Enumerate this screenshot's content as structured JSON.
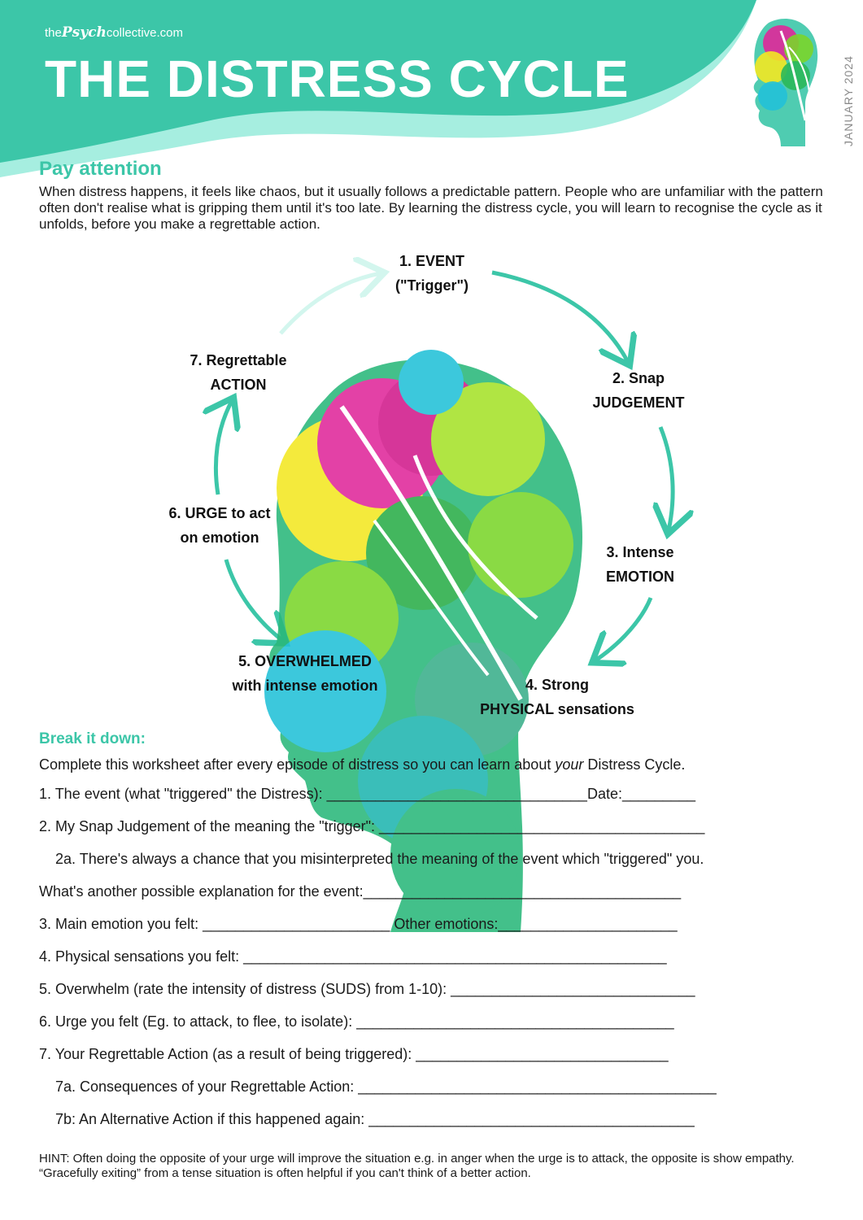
{
  "brand": {
    "prefix": "the",
    "psych": "Psych",
    "suffix": "collective.com"
  },
  "title": "THE DISTRESS CYCLE",
  "date": "JANUARY 2024",
  "intro": {
    "heading": "Pay attention",
    "text": "When distress happens, it feels like chaos, but it usually follows a predictable pattern. People who are unfamiliar with the pattern often don't realise what is gripping them until it's too late. By learning the distress cycle, you will learn to recognise the cycle as it unfolds, before you make a regrettable action."
  },
  "cycle": {
    "step1": {
      "line1": "1. EVENT",
      "line2": "(\"Trigger\")"
    },
    "step2": {
      "line1": "2. Snap",
      "line2": "JUDGEMENT"
    },
    "step3": {
      "line1": "3. Intense",
      "line2": "EMOTION"
    },
    "step4": {
      "line1": "4. Strong",
      "line2": "PHYSICAL  sensations"
    },
    "step5": {
      "line1": "5. OVERWHELMED",
      "line2": "with intense emotion"
    },
    "step6": {
      "line1": "6. URGE to act",
      "line2": "on emotion"
    },
    "step7": {
      "line1": "7. Regrettable",
      "line2": "ACTION"
    }
  },
  "worksheet": {
    "heading": "Break it down:",
    "instructions_pre": "Complete this worksheet after every episode of distress so you can learn about ",
    "instructions_em": "your",
    "instructions_post": " Distress Cycle.",
    "q1": "1. The event (what \"triggered\" the Distress): ________________________________Date:_________",
    "q2": "2. My Snap Judgement of the meaning the \"trigger\": ________________________________________",
    "q2a": "2a. There's always a chance that you misinterpreted the meaning of the event which \"triggered\" you.",
    "q2b": "What's another possible explanation for the event:_______________________________________",
    "q3": "3. Main emotion you felt: _______________________   Other emotions:______________________",
    "q4": "4. Physical sensations you felt: ____________________________________________________",
    "q5": "5. Overwhelm (rate the intensity of distress (SUDS) from 1-10): ______________________________",
    "q6": "6. Urge you felt (Eg. to attack, to flee, to isolate): _______________________________________",
    "q7": "7. Your Regrettable Action (as a result of being triggered): _______________________________",
    "q7a": "7a. Consequences of your Regrettable Action: ____________________________________________",
    "q7b": "7b: An Alternative Action if this happened again: ________________________________________"
  },
  "hint": "HINT: Often doing the opposite of your urge will improve the situation e.g. in anger when the urge is to attack, the opposite is show empathy. “Gracefully exiting” from a tense situation is often helpful if you can't think of a better action.",
  "colors": {
    "teal": "#3cc6a8",
    "light_teal": "#a6eee0",
    "magenta": "#e0279a",
    "yellow": "#f3e822",
    "green": "#7ad52b",
    "cyan": "#22c1d8"
  }
}
